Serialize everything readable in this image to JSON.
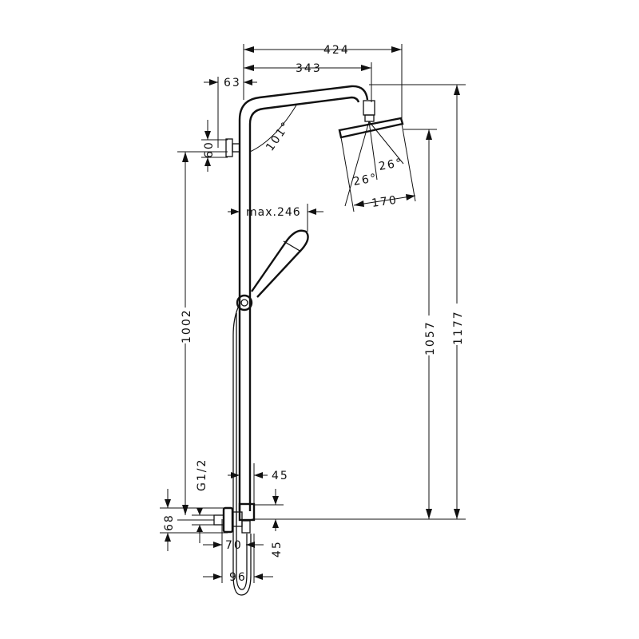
{
  "drawing": {
    "dimensions": {
      "overall_width": "424",
      "arm_reach": "343",
      "wall_offset": "63",
      "bracket_height": "60",
      "arm_angle": "101°",
      "spray_angle_1": "26°",
      "spray_angle_2": "26°",
      "head_diameter": "170",
      "handshower_max": "max.246",
      "rail_height": "1002",
      "head_height": "1057",
      "total_height": "1177",
      "thread": "G1/2",
      "outlet_offset": "45",
      "mixer_height": "68",
      "mixer_depth": "70",
      "outlet_drop": "45",
      "mixer_width": "96"
    }
  }
}
